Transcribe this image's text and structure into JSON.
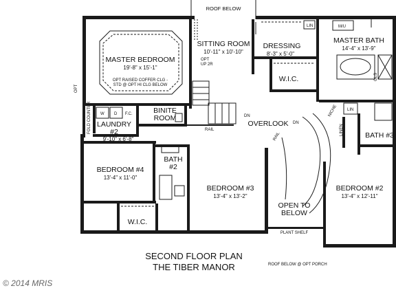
{
  "labels": {
    "roof_below_top": "ROOF BELOW",
    "master_bedroom": "MASTER BEDROOM",
    "master_bedroom_dim": "19'-8\" x 15'-1\"",
    "coffer_note_1": "OPT RAISED COFFER CLG -",
    "coffer_note_2": "STD @ OPT HI CLG BELOW",
    "sitting_room": "SITTING ROOM",
    "sitting_room_dim": "10'-11\" x 10'-10\"",
    "opt_up": "OPT",
    "up_2r": "UP 2R",
    "dressing": "DRESSING",
    "dressing_dim": "8'-3\" x 5'-0\"",
    "lin_1": "LIN",
    "mu": "M/U",
    "master_bath": "MASTER BATH",
    "master_bath_dim": "14'-4\" x 13'-9\"",
    "wic_master": "W.I.C.",
    "gls": "GLS",
    "opt_left": "OPT",
    "binite_room_1": "BINITE",
    "binite_room_2": "ROOM",
    "w": "W",
    "d": "D",
    "fc": "F.C.",
    "fold_counter": "FOLD COUNTER",
    "laundry_1": "LAUNDRY",
    "laundry_2": "#2",
    "laundry_dim": "9'-10\" x 6'-8\"",
    "rail_1": "RAIL",
    "dn_1": "DN",
    "overlook": "OVERLOOK",
    "dn_2": "DN",
    "rail_2": "RAIL",
    "niche": "NICHE",
    "lin_2": "LIN",
    "linen": "LINEN",
    "bath_3": "BATH #3",
    "bath_2_1": "BATH",
    "bath_2_2": "#2",
    "bedroom_4": "BEDROOM #4",
    "bedroom_4_dim": "13'-4\" x 11'-0\"",
    "bedroom_3": "BEDROOM #3",
    "bedroom_3_dim": "13'-4\" x 13'-2\"",
    "open_to_below_1": "OPEN TO",
    "open_to_below_2": "BELOW",
    "bedroom_2": "BEDROOM #2",
    "bedroom_2_dim": "13'-4\" x 12'-11\"",
    "wic_lower": "W.I.C.",
    "plant_shelf": "PLANT SHELF",
    "title_1": "SECOND FLOOR PLAN",
    "title_2": "THE TIBER MANOR",
    "roof_below_porch": "ROOF BELOW @ OPT PORCH",
    "copyright": "© 2014 MRIS"
  }
}
